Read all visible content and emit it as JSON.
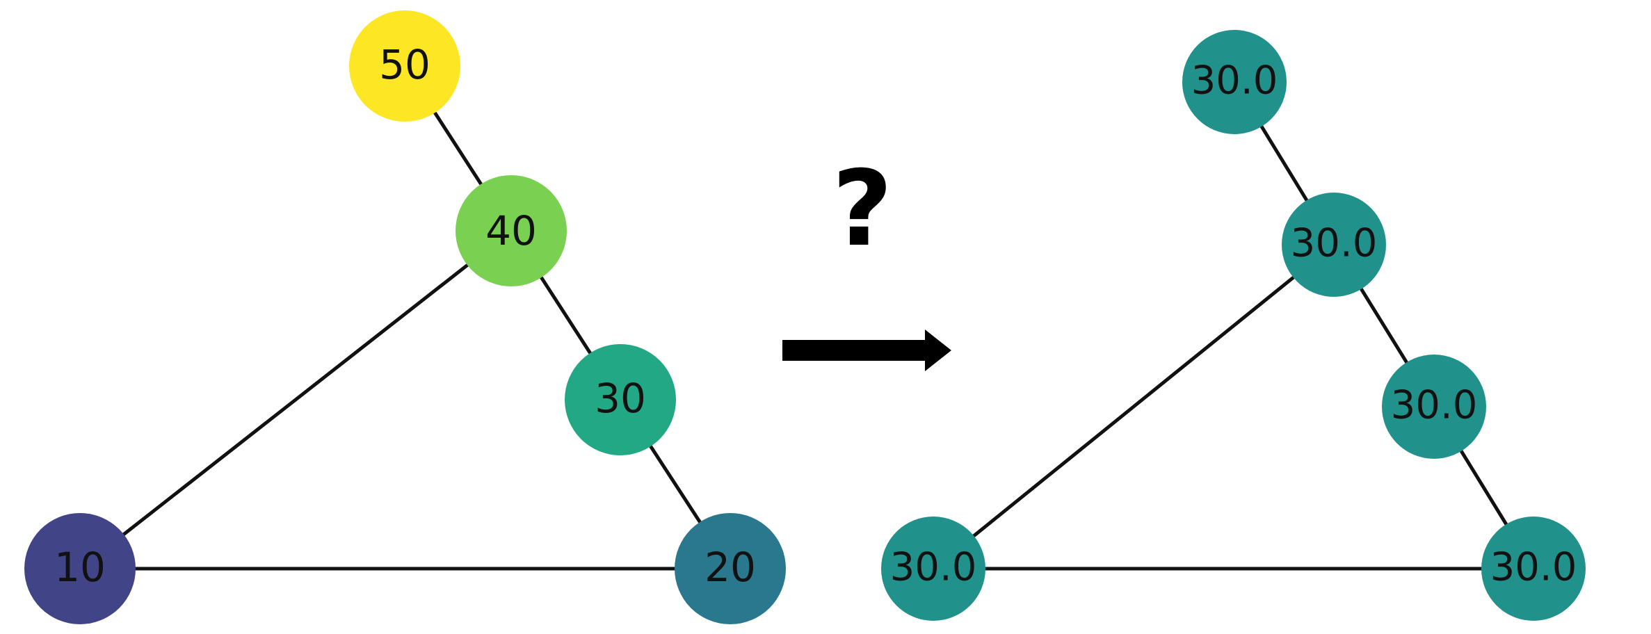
{
  "graph_before": {
    "nodes": [
      {
        "label": "50",
        "color": "#fde725"
      },
      {
        "label": "40",
        "color": "#7ad151"
      },
      {
        "label": "30",
        "color": "#22a884"
      },
      {
        "label": "20",
        "color": "#2a788e"
      },
      {
        "label": "10",
        "color": "#414487"
      }
    ],
    "edges": [
      [
        "50",
        "40"
      ],
      [
        "40",
        "30"
      ],
      [
        "30",
        "20"
      ],
      [
        "40",
        "10"
      ],
      [
        "10",
        "20"
      ]
    ]
  },
  "transition": {
    "question_mark": "?",
    "arrow_icon": "right-arrow-icon"
  },
  "graph_after": {
    "nodes": [
      {
        "label": "30.0",
        "color": "#21918c"
      },
      {
        "label": "30.0",
        "color": "#21918c"
      },
      {
        "label": "30.0",
        "color": "#21918c"
      },
      {
        "label": "30.0",
        "color": "#21918c"
      },
      {
        "label": "30.0",
        "color": "#21918c"
      }
    ]
  }
}
